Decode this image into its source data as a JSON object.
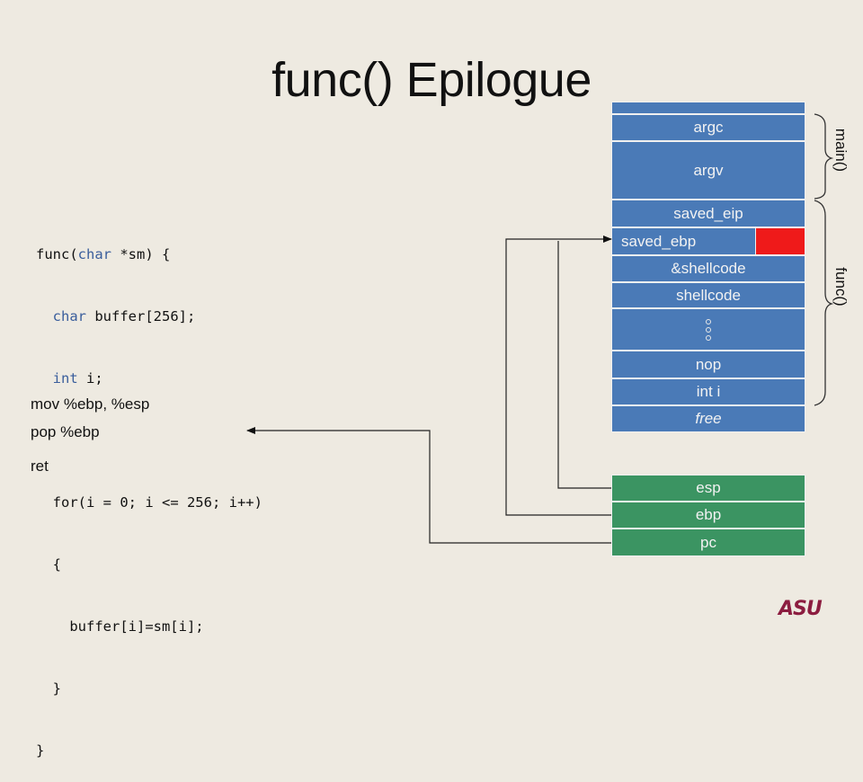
{
  "title": "func() Epilogue",
  "code": {
    "l1_name": "func(",
    "l1_kw": "char",
    "l1_rest": " *sm) {",
    "l2_kw": "char",
    "l2_rest": " buffer[256];",
    "l3_kw": "int",
    "l3_rest": " i;",
    "l5": "for(i = 0; i <= 256; i++)",
    "l6": "{",
    "l7": "buffer[i]=sm[i];",
    "l8": "}",
    "l9": "}"
  },
  "asm": {
    "line1": "mov %ebp, %esp",
    "line2": "pop %ebp",
    "line3": "ret"
  },
  "stack": {
    "argc": "argc",
    "argv": "argv",
    "saved_eip": "saved_eip",
    "saved_ebp": "saved_ebp",
    "shellcode_addr": "&shellcode",
    "shellcode": "shellcode",
    "nop": "nop",
    "int_i": "int i",
    "free": "free"
  },
  "registers": {
    "esp": "esp",
    "ebp": "ebp",
    "pc": "pc"
  },
  "frames": {
    "main": "main()",
    "func": "func()"
  },
  "logo": "ASU",
  "colors": {
    "background": "#eeeae1",
    "stack_cell": "#4a7ab7",
    "register_cell": "#3b9462",
    "overflow_marker": "#ef1a1a",
    "code_keyword": "#3a5e9c"
  }
}
